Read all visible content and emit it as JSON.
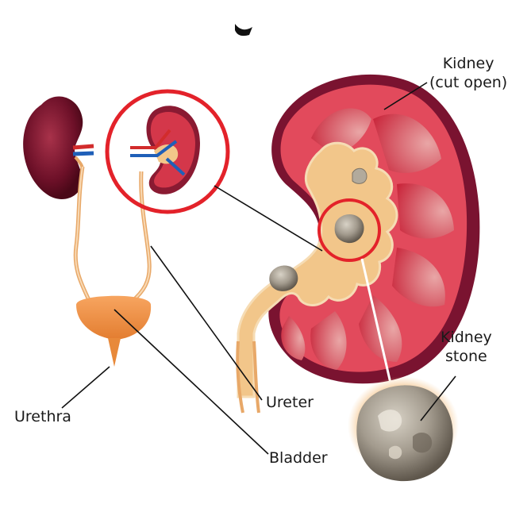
{
  "labels": {
    "kidney_line1": "Kidney",
    "kidney_line2": "(cut open)",
    "kidney_stone_line1": "Kidney",
    "kidney_stone_line2": "stone",
    "ureter": "Ureter",
    "urethra": "Urethra",
    "bladder": "Bladder"
  },
  "colors": {
    "highlight_circle": "#e3222a",
    "kidney_outer": "#7a1330",
    "kidney_tissue": "#c8283c",
    "pelvis": "#f2c68a",
    "ureter": "#e8a868",
    "bladder": "#f0964a",
    "stone": "#9c958a",
    "leader_line": "#111111",
    "artery": "#d22c2c",
    "vein": "#1f5fb8"
  }
}
